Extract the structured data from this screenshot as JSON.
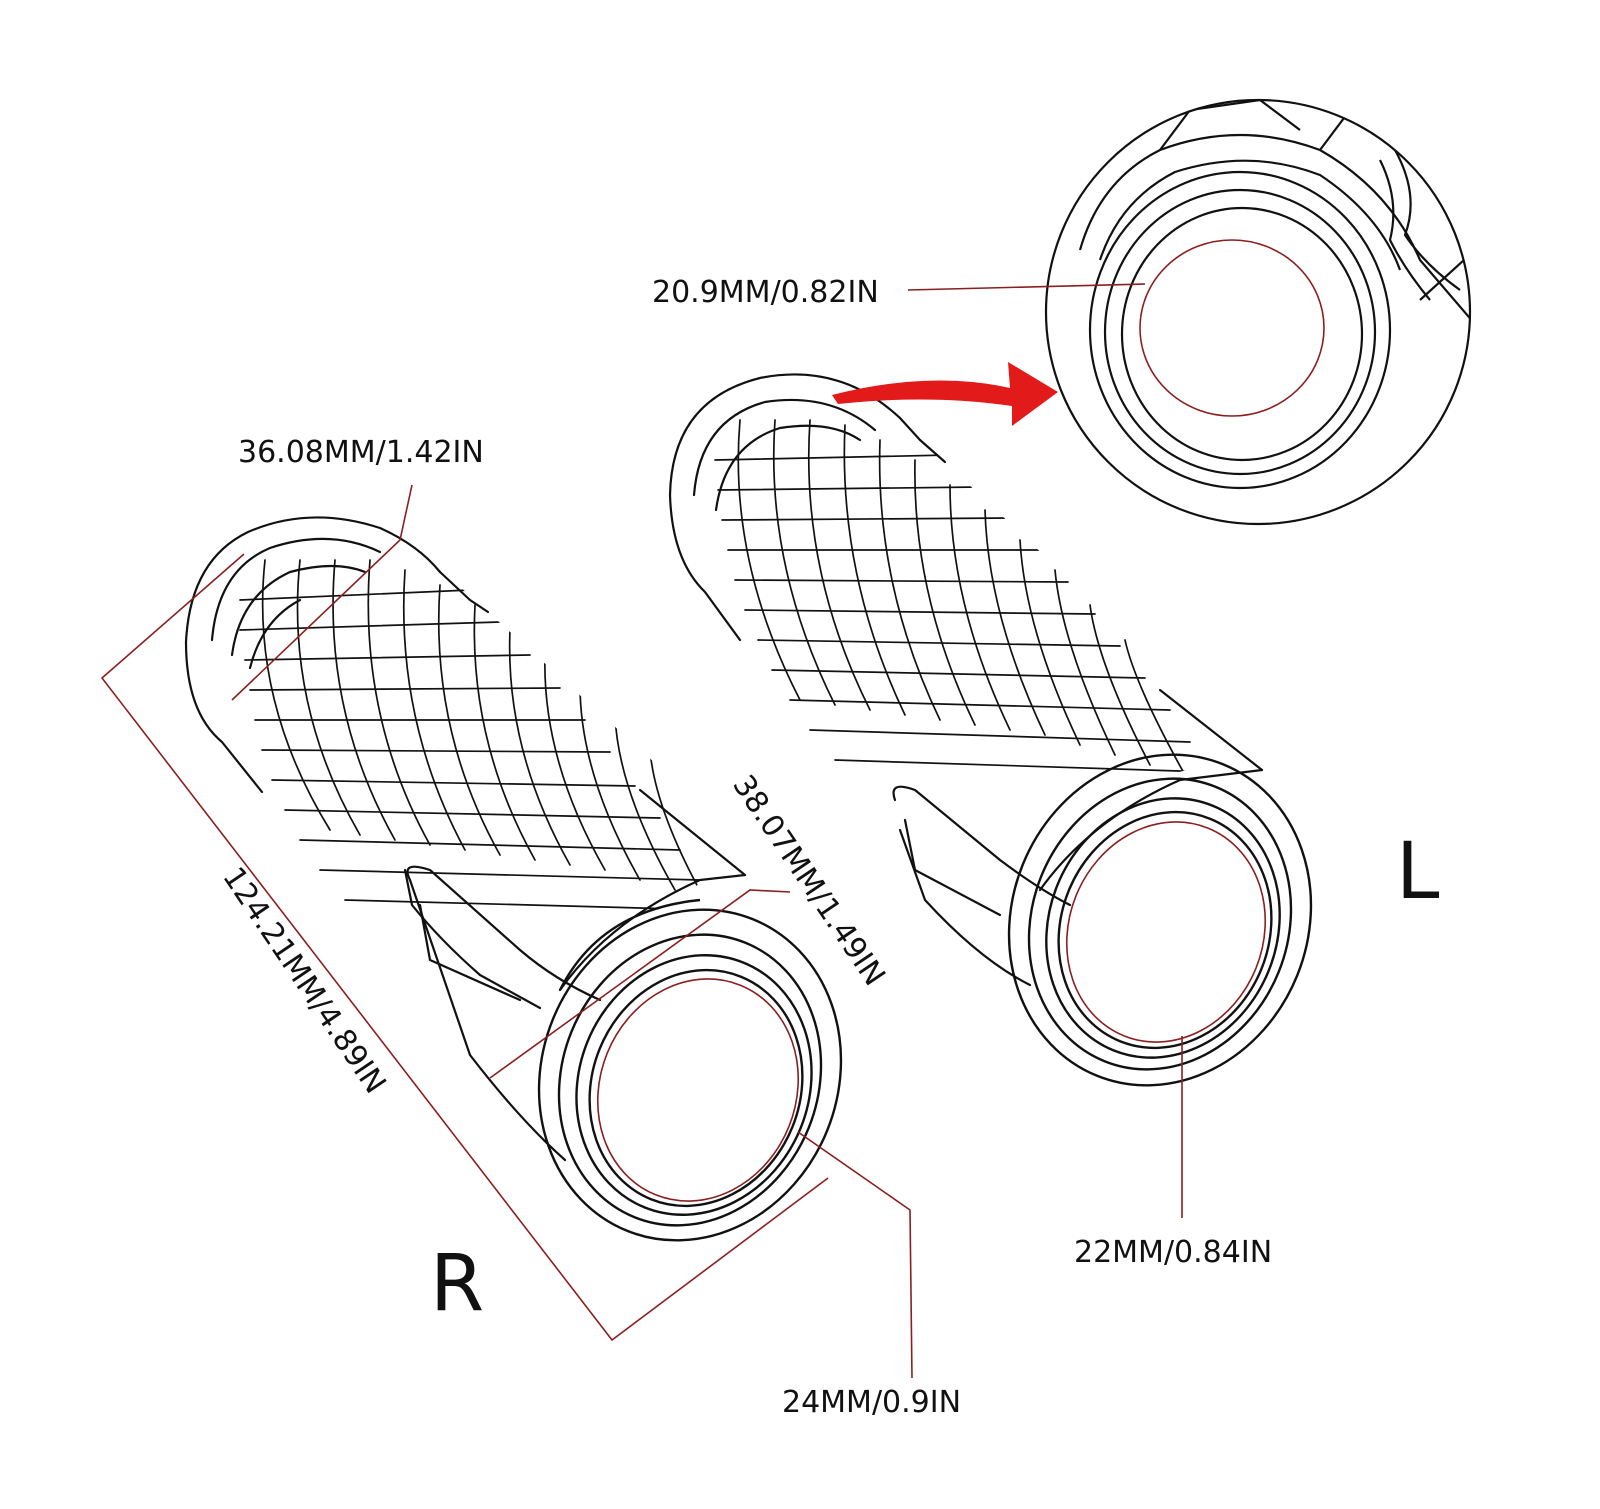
{
  "labels": {
    "right_grip": "R",
    "left_grip": "L"
  },
  "dimensions": {
    "end_inner_diameter_detail": "20.9MM/0.82IN",
    "top_end_diameter": "36.08MM/1.42IN",
    "outer_diameter": "38.07MM/1.49IN",
    "total_length": "124.21MM/4.89IN",
    "right_inner_diameter": "24MM/0.9IN",
    "left_inner_diameter": "22MM/0.84IN"
  },
  "colors": {
    "line": "#111111",
    "dimension_line": "#8b1f1f",
    "arrow": "#e21a1a",
    "background": "#ffffff"
  }
}
